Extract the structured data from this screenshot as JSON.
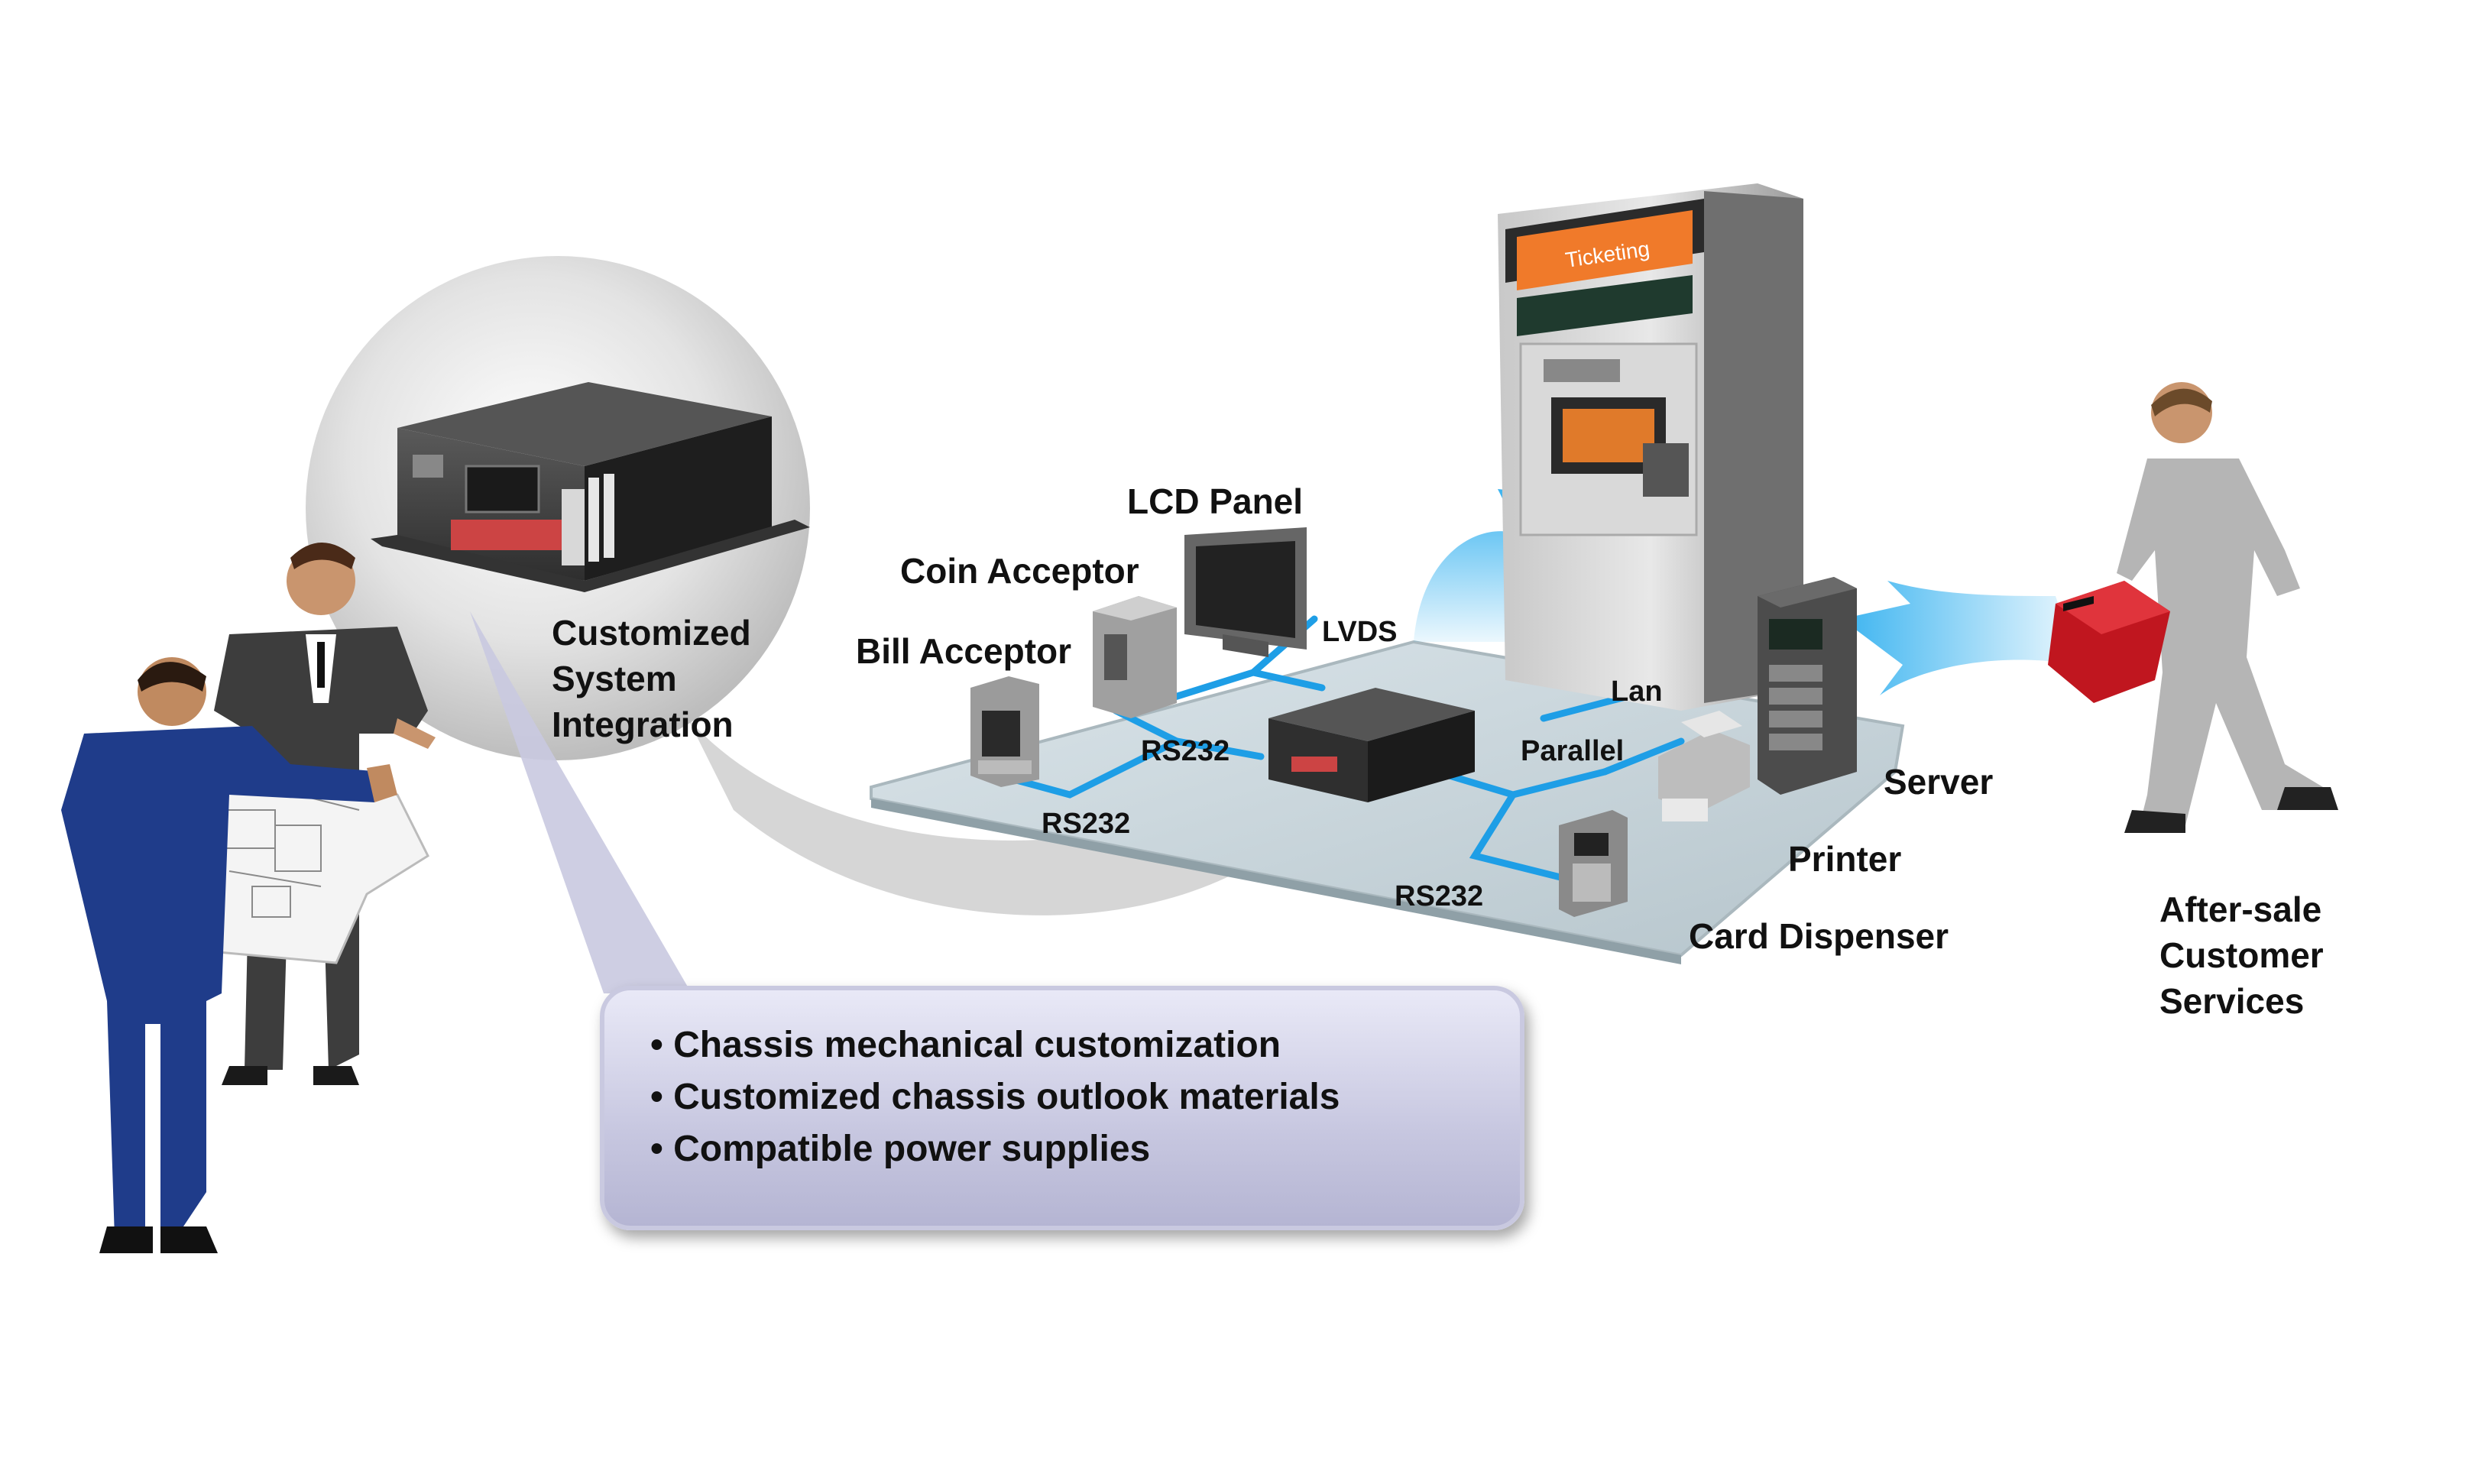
{
  "labels": {
    "system_integration": [
      "Customized",
      "System",
      "Integration"
    ],
    "lcd_panel": "LCD Panel",
    "coin_acceptor": "Coin Acceptor",
    "bill_acceptor": "Bill Acceptor",
    "lvds": "LVDS",
    "lan": "Lan",
    "rs232_top": "RS232",
    "rs232_left": "RS232",
    "rs232_bottom": "RS232",
    "parallel": "Parallel",
    "server": "Server",
    "printer": "Printer",
    "card_dispenser": "Card Dispenser",
    "after_sale": [
      "After-sale",
      "Customer",
      "Services"
    ],
    "kiosk_sign": "Ticketing"
  },
  "features": [
    "Chassis mechanical customization",
    "Customized chassis outlook materials",
    "Compatible power supplies"
  ],
  "colors": {
    "network_line": "#1e9ee6",
    "arrow": "#3cb4f0",
    "sign": "#f07a2a",
    "platform": "#c9d6dc"
  }
}
